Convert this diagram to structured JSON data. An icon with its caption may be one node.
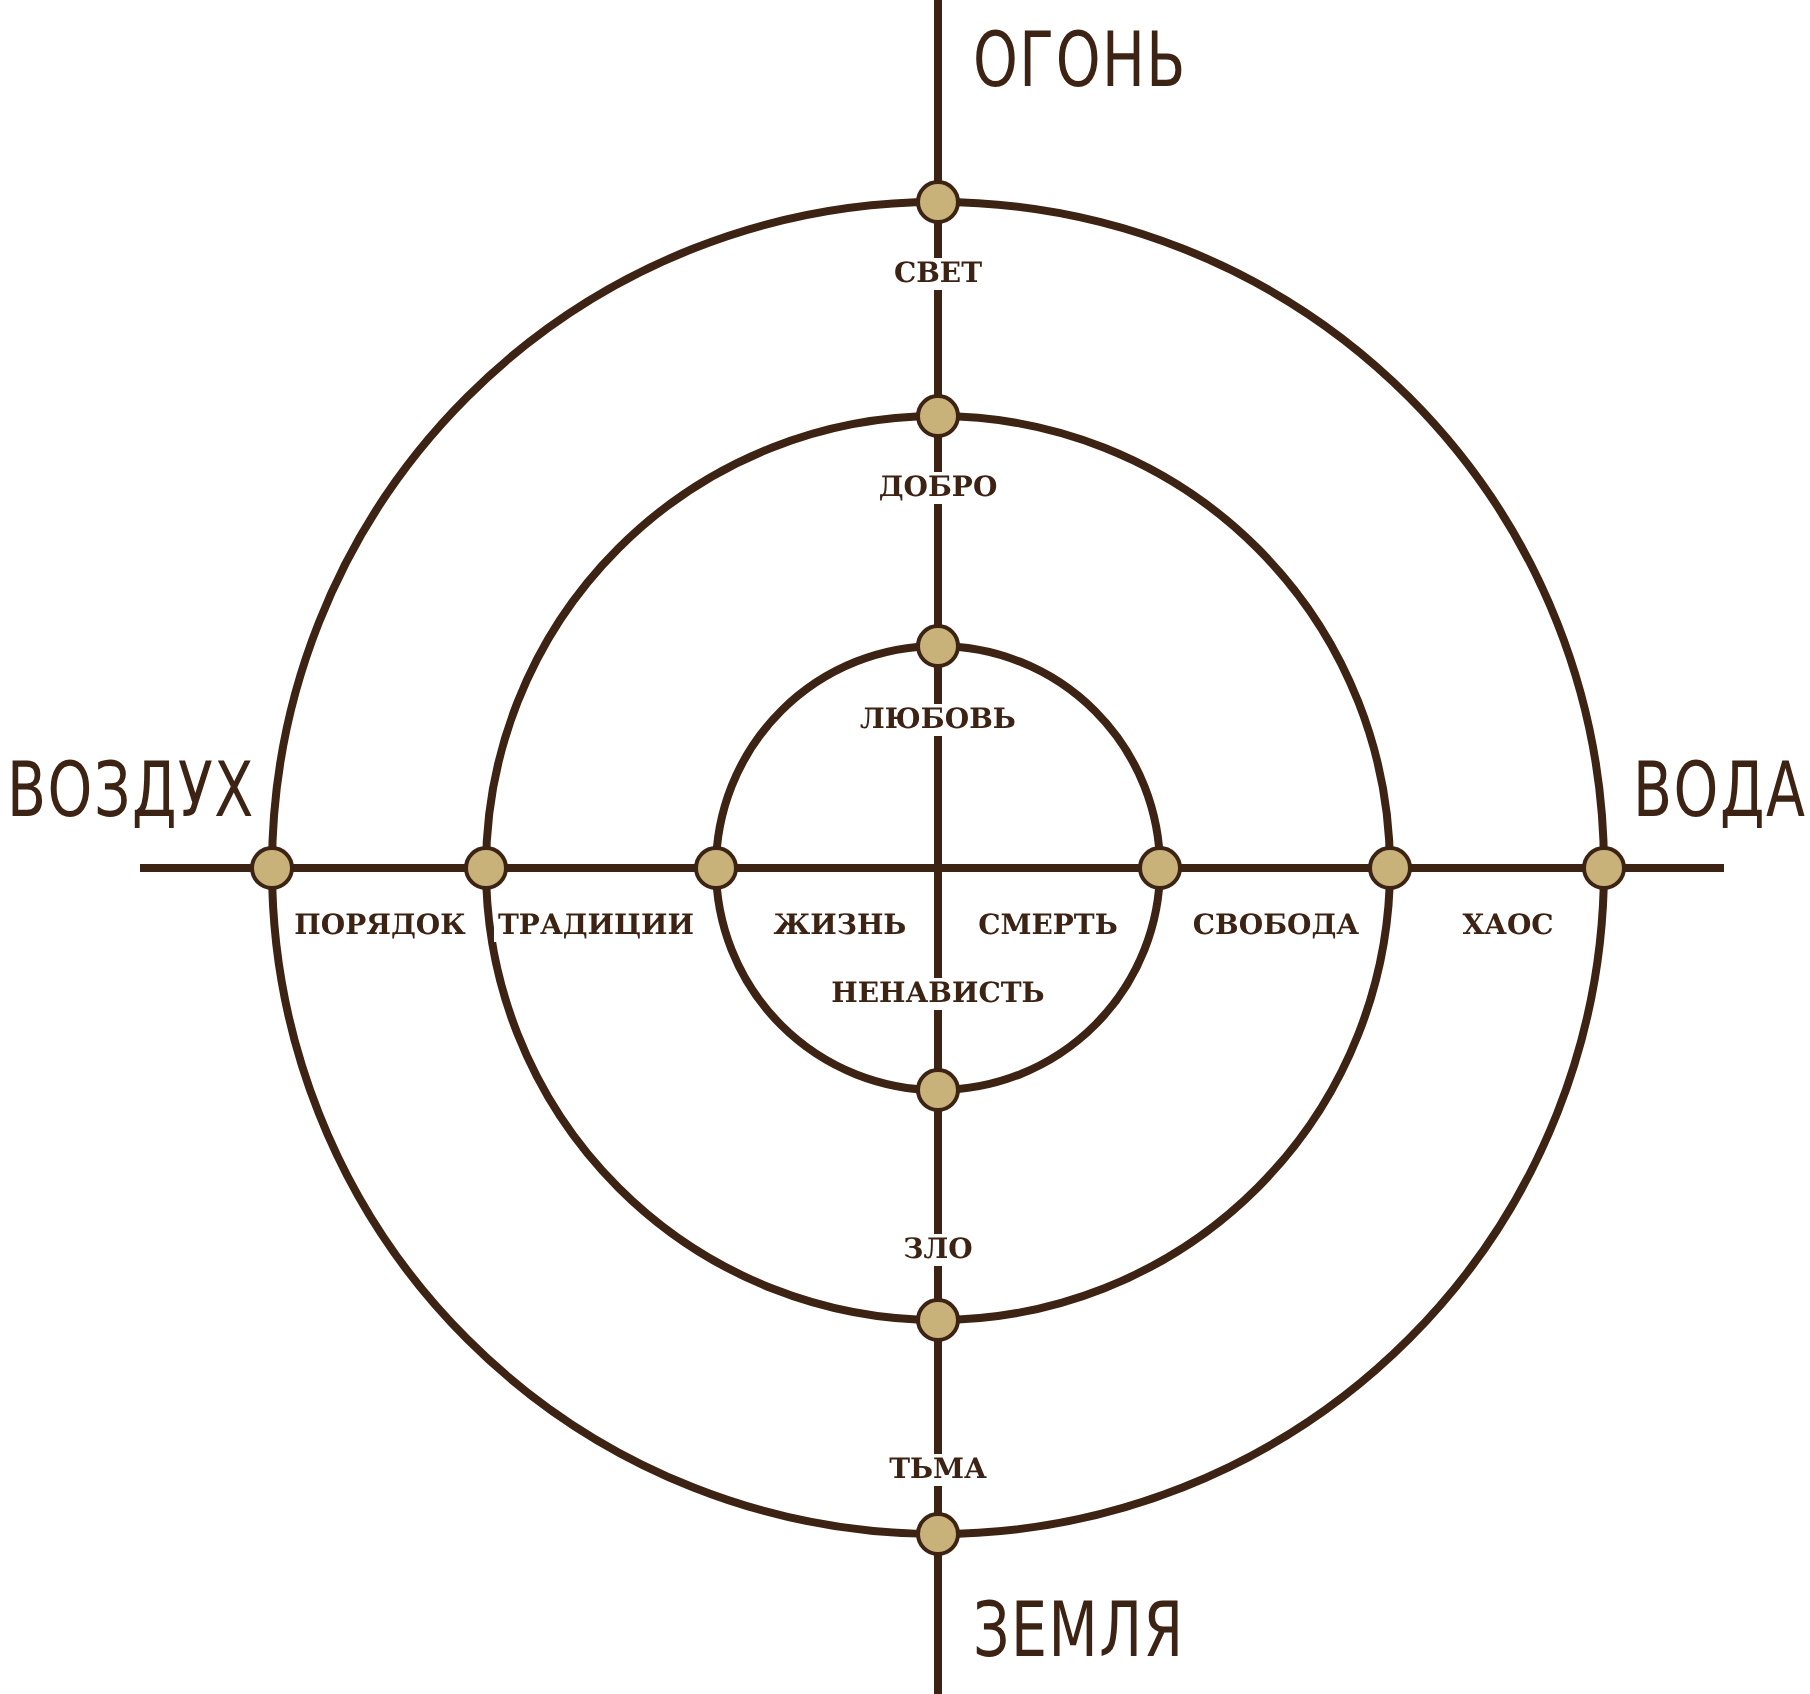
{
  "diagram": {
    "labels": [
      "ОГОНЬ",
      "СВЕТ",
      "ДОБРО",
      "ЛЮБОВЬ",
      "ВОЗДУХ",
      "ВОДА",
      "ПОРЯДОК",
      "ТРАДИЦИИ",
      "ЖИЗНЬ",
      "СМЕРТЬ",
      "СВОБОДА",
      "ХАОС",
      "НЕНАВИСТЬ",
      "ЗЛО",
      "ТЬМА",
      "ЗЕМЛЯ"
    ]
  }
}
